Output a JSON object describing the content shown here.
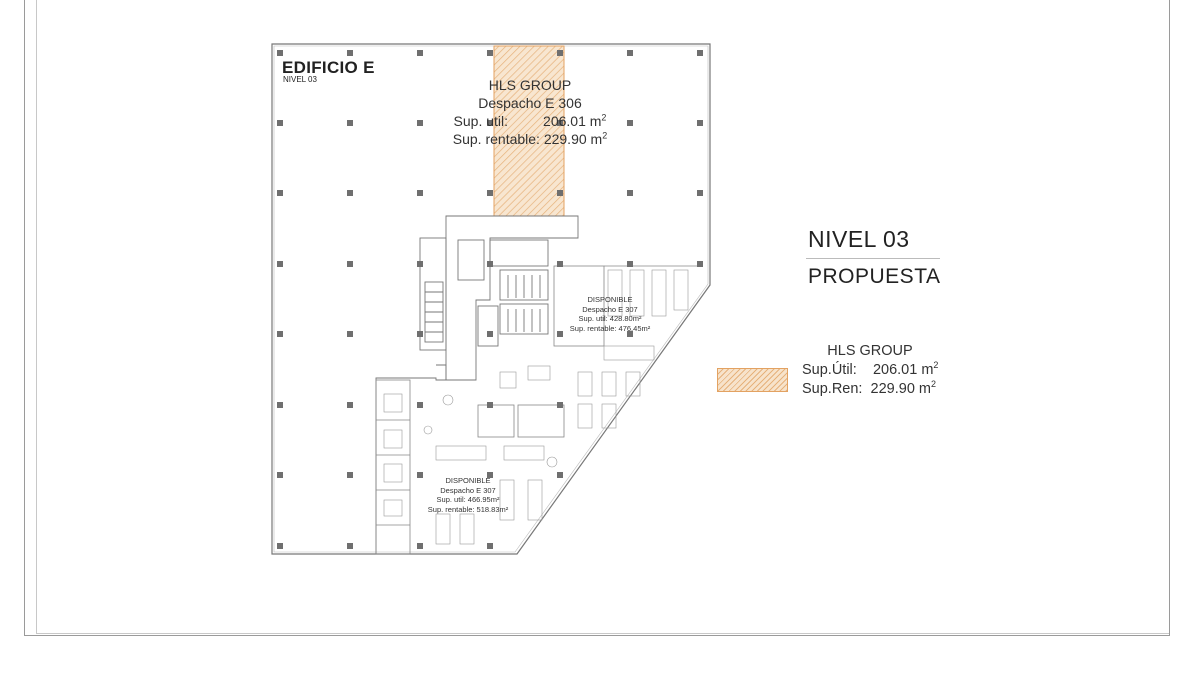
{
  "building": {
    "title": "EDIFICIO E",
    "level": "NIVEL 03"
  },
  "tenant_area": {
    "name": "HLS GROUP",
    "office": "Despacho E 306",
    "useful_label": "Sup. util:",
    "useful_value": "206.01 m",
    "rentable_label": "Sup. rentable:",
    "rentable_value": "229.90 m",
    "unit_exponent": "2"
  },
  "available_1": {
    "status": "DISPONIBLE",
    "office": "Despacho E 307",
    "useful": "Sup. util:        428.80m²",
    "rentable": "Sup. rentable:   476.45m²"
  },
  "available_2": {
    "status": "DISPONIBLE",
    "office": "Despacho E 307",
    "useful": "Sup. util:        466.95m²",
    "rentable": "Sup. rentable:   518.83m²"
  },
  "panel": {
    "level_title": "NIVEL 03",
    "subtitle": "PROPUESTA"
  },
  "legend": {
    "name": "HLS GROUP",
    "useful_label": "Sup.Útil:",
    "useful_value": "206.01 m",
    "rentable_label": "Sup.Ren:",
    "rentable_value": "229.90 m",
    "unit_exponent": "2"
  },
  "colors": {
    "tenant_hatch": "#e6b27c",
    "tenant_border": "#e3a262",
    "plan_line": "#6e6e6e",
    "column": "#6f6f6f"
  }
}
